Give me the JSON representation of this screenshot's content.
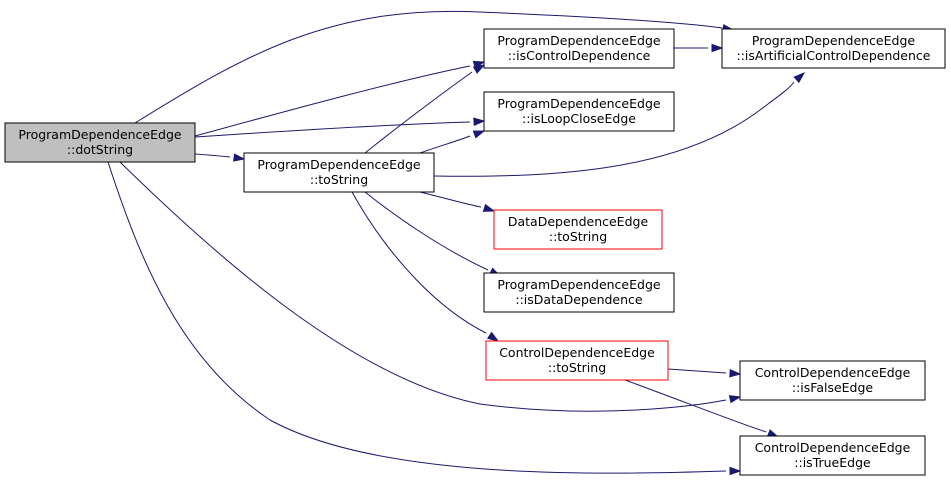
{
  "colors": {
    "edge": "#191970",
    "node_border": "#000000",
    "node_border_external": "#ff0000",
    "node_fill": "#ffffff",
    "node_fill_focus": "#bfbfbf"
  },
  "nodes": [
    {
      "id": "dotString",
      "line1": "ProgramDependenceEdge",
      "line2": "::dotString",
      "kind": "focus"
    },
    {
      "id": "toString",
      "line1": "ProgramDependenceEdge",
      "line2": "::toString",
      "kind": "normal"
    },
    {
      "id": "isControlDependence",
      "line1": "ProgramDependenceEdge",
      "line2": "::isControlDependence",
      "kind": "normal"
    },
    {
      "id": "isArtificialControlDependence",
      "line1": "ProgramDependenceEdge",
      "line2": "::isArtificialControlDependence",
      "kind": "normal"
    },
    {
      "id": "isLoopCloseEdge",
      "line1": "ProgramDependenceEdge",
      "line2": "::isLoopCloseEdge",
      "kind": "normal"
    },
    {
      "id": "dataToString",
      "line1": "DataDependenceEdge",
      "line2": "::toString",
      "kind": "external"
    },
    {
      "id": "isDataDependence",
      "line1": "ProgramDependenceEdge",
      "line2": "::isDataDependence",
      "kind": "normal"
    },
    {
      "id": "controlToString",
      "line1": "ControlDependenceEdge",
      "line2": "::toString",
      "kind": "external"
    },
    {
      "id": "isFalseEdge",
      "line1": "ControlDependenceEdge",
      "line2": "::isFalseEdge",
      "kind": "normal"
    },
    {
      "id": "isTrueEdge",
      "line1": "ControlDependenceEdge",
      "line2": "::isTrueEdge",
      "kind": "normal"
    }
  ],
  "edges": [
    {
      "from": "dotString",
      "to": "isArtificialControlDependence"
    },
    {
      "from": "dotString",
      "to": "isControlDependence"
    },
    {
      "from": "dotString",
      "to": "isLoopCloseEdge"
    },
    {
      "from": "dotString",
      "to": "toString"
    },
    {
      "from": "dotString",
      "to": "isFalseEdge"
    },
    {
      "from": "dotString",
      "to": "isTrueEdge"
    },
    {
      "from": "isControlDependence",
      "to": "isArtificialControlDependence"
    },
    {
      "from": "toString",
      "to": "isControlDependence"
    },
    {
      "from": "toString",
      "to": "isLoopCloseEdge"
    },
    {
      "from": "toString",
      "to": "isArtificialControlDependence"
    },
    {
      "from": "toString",
      "to": "dataToString"
    },
    {
      "from": "toString",
      "to": "isDataDependence"
    },
    {
      "from": "toString",
      "to": "controlToString"
    },
    {
      "from": "controlToString",
      "to": "isFalseEdge"
    },
    {
      "from": "controlToString",
      "to": "isTrueEdge"
    }
  ]
}
